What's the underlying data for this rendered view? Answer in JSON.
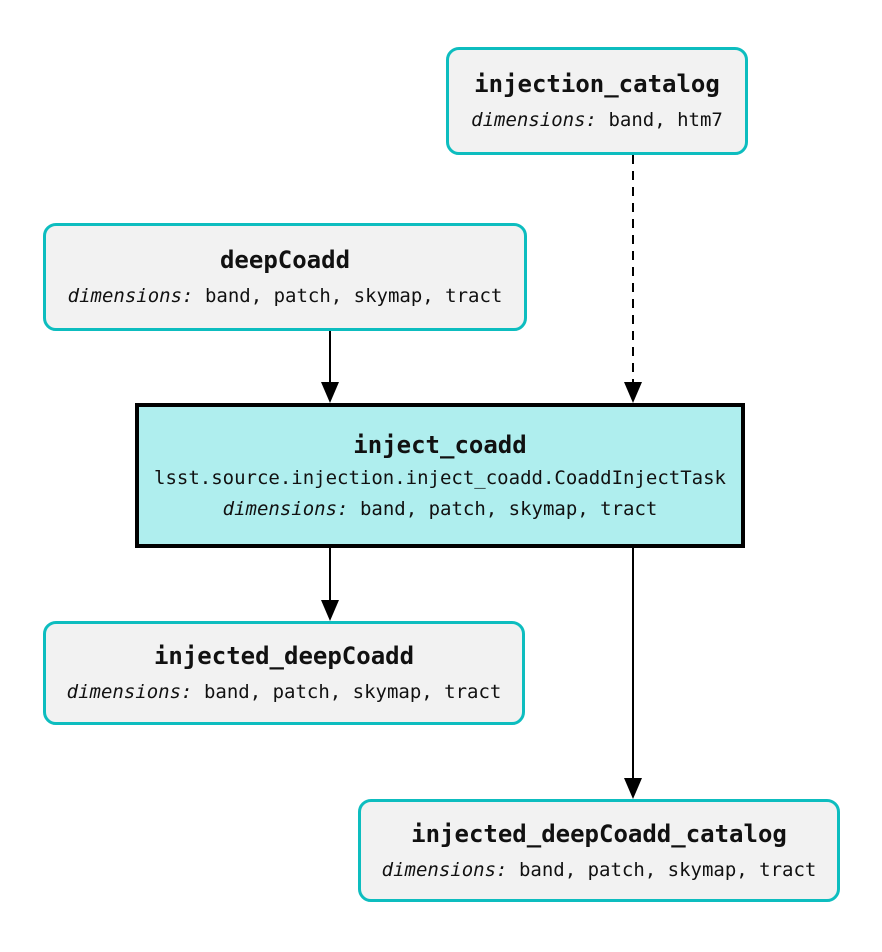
{
  "diagram": {
    "kind": "pipeline-task-graph",
    "colors": {
      "background": "#ffffff",
      "dataset_border": "#0dbdbf",
      "dataset_fill": "#f2f2f2",
      "task_border": "#000000",
      "task_fill": "#afeeee",
      "edge": "#000000",
      "text": "#111111"
    },
    "nodes": [
      {
        "id": "injection_catalog",
        "type": "dataset",
        "title": "injection_catalog",
        "dimensions_label": "dimensions:",
        "dimensions_value": "band, htm7"
      },
      {
        "id": "deepCoadd",
        "type": "dataset",
        "title": "deepCoadd",
        "dimensions_label": "dimensions:",
        "dimensions_value": "band, patch, skymap, tract"
      },
      {
        "id": "inject_coadd",
        "type": "task",
        "title": "inject_coadd",
        "task_class": "lsst.source.injection.inject_coadd.CoaddInjectTask",
        "dimensions_label": "dimensions:",
        "dimensions_value": "band, patch, skymap, tract"
      },
      {
        "id": "injected_deepCoadd",
        "type": "dataset",
        "title": "injected_deepCoadd",
        "dimensions_label": "dimensions:",
        "dimensions_value": "band, patch, skymap, tract"
      },
      {
        "id": "injected_deepCoadd_catalog",
        "type": "dataset",
        "title": "injected_deepCoadd_catalog",
        "dimensions_label": "dimensions:",
        "dimensions_value": "band, patch, skymap, tract"
      }
    ],
    "edges": [
      {
        "from": "injection_catalog",
        "to": "inject_coadd",
        "style": "dashed"
      },
      {
        "from": "deepCoadd",
        "to": "inject_coadd",
        "style": "solid"
      },
      {
        "from": "inject_coadd",
        "to": "injected_deepCoadd",
        "style": "solid"
      },
      {
        "from": "inject_coadd",
        "to": "injected_deepCoadd_catalog",
        "style": "solid"
      }
    ]
  }
}
